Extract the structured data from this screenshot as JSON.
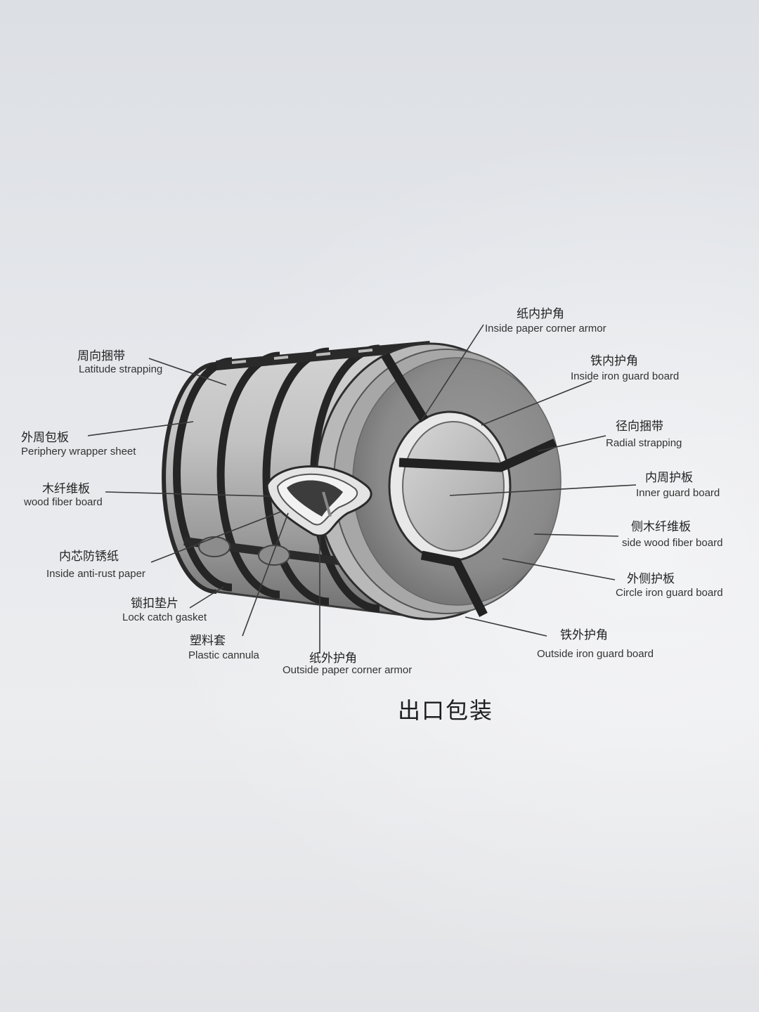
{
  "caption": "出口包装",
  "labels": {
    "inside_paper_corner_armor": {
      "zh": "纸内护角",
      "en": "Inside paper corner armor"
    },
    "inside_iron_guard_board": {
      "zh": "铁内护角",
      "en": "Inside iron  guard board"
    },
    "radial_strapping": {
      "zh": "径向捆带",
      "en": "Radial strapping"
    },
    "inner_guard_board": {
      "zh": "内周护板",
      "en": "Inner guard board"
    },
    "side_wood_fiber_board": {
      "zh": "侧木纤维板",
      "en": "side  wood fiber board"
    },
    "circle_iron_guard_board": {
      "zh": "外侧护板",
      "en": "Circle iron guard board"
    },
    "outside_iron_guard_board": {
      "zh": "铁外护角",
      "en": "Outside iron guard board"
    },
    "outside_paper_corner_armor": {
      "zh": "纸外护角",
      "en": "Outside paper  corner armor"
    },
    "plastic_cannula": {
      "zh": "塑料套",
      "en": "Plastic cannula"
    },
    "lock_catch_gasket": {
      "zh": "锁扣垫片",
      "en": "Lock catch gasket"
    },
    "inside_anti_rust_paper": {
      "zh": "内芯防锈纸",
      "en": "Inside anti-rust paper"
    },
    "wood_fiber_board": {
      "zh": "木纤维板",
      "en": "wood fiber board"
    },
    "periphery_wrapper_sheet": {
      "zh": "外周包板",
      "en": "Periphery wrapper sheet"
    },
    "latitude_strapping": {
      "zh": "周向捆带",
      "en": "Latitude strapping"
    }
  }
}
